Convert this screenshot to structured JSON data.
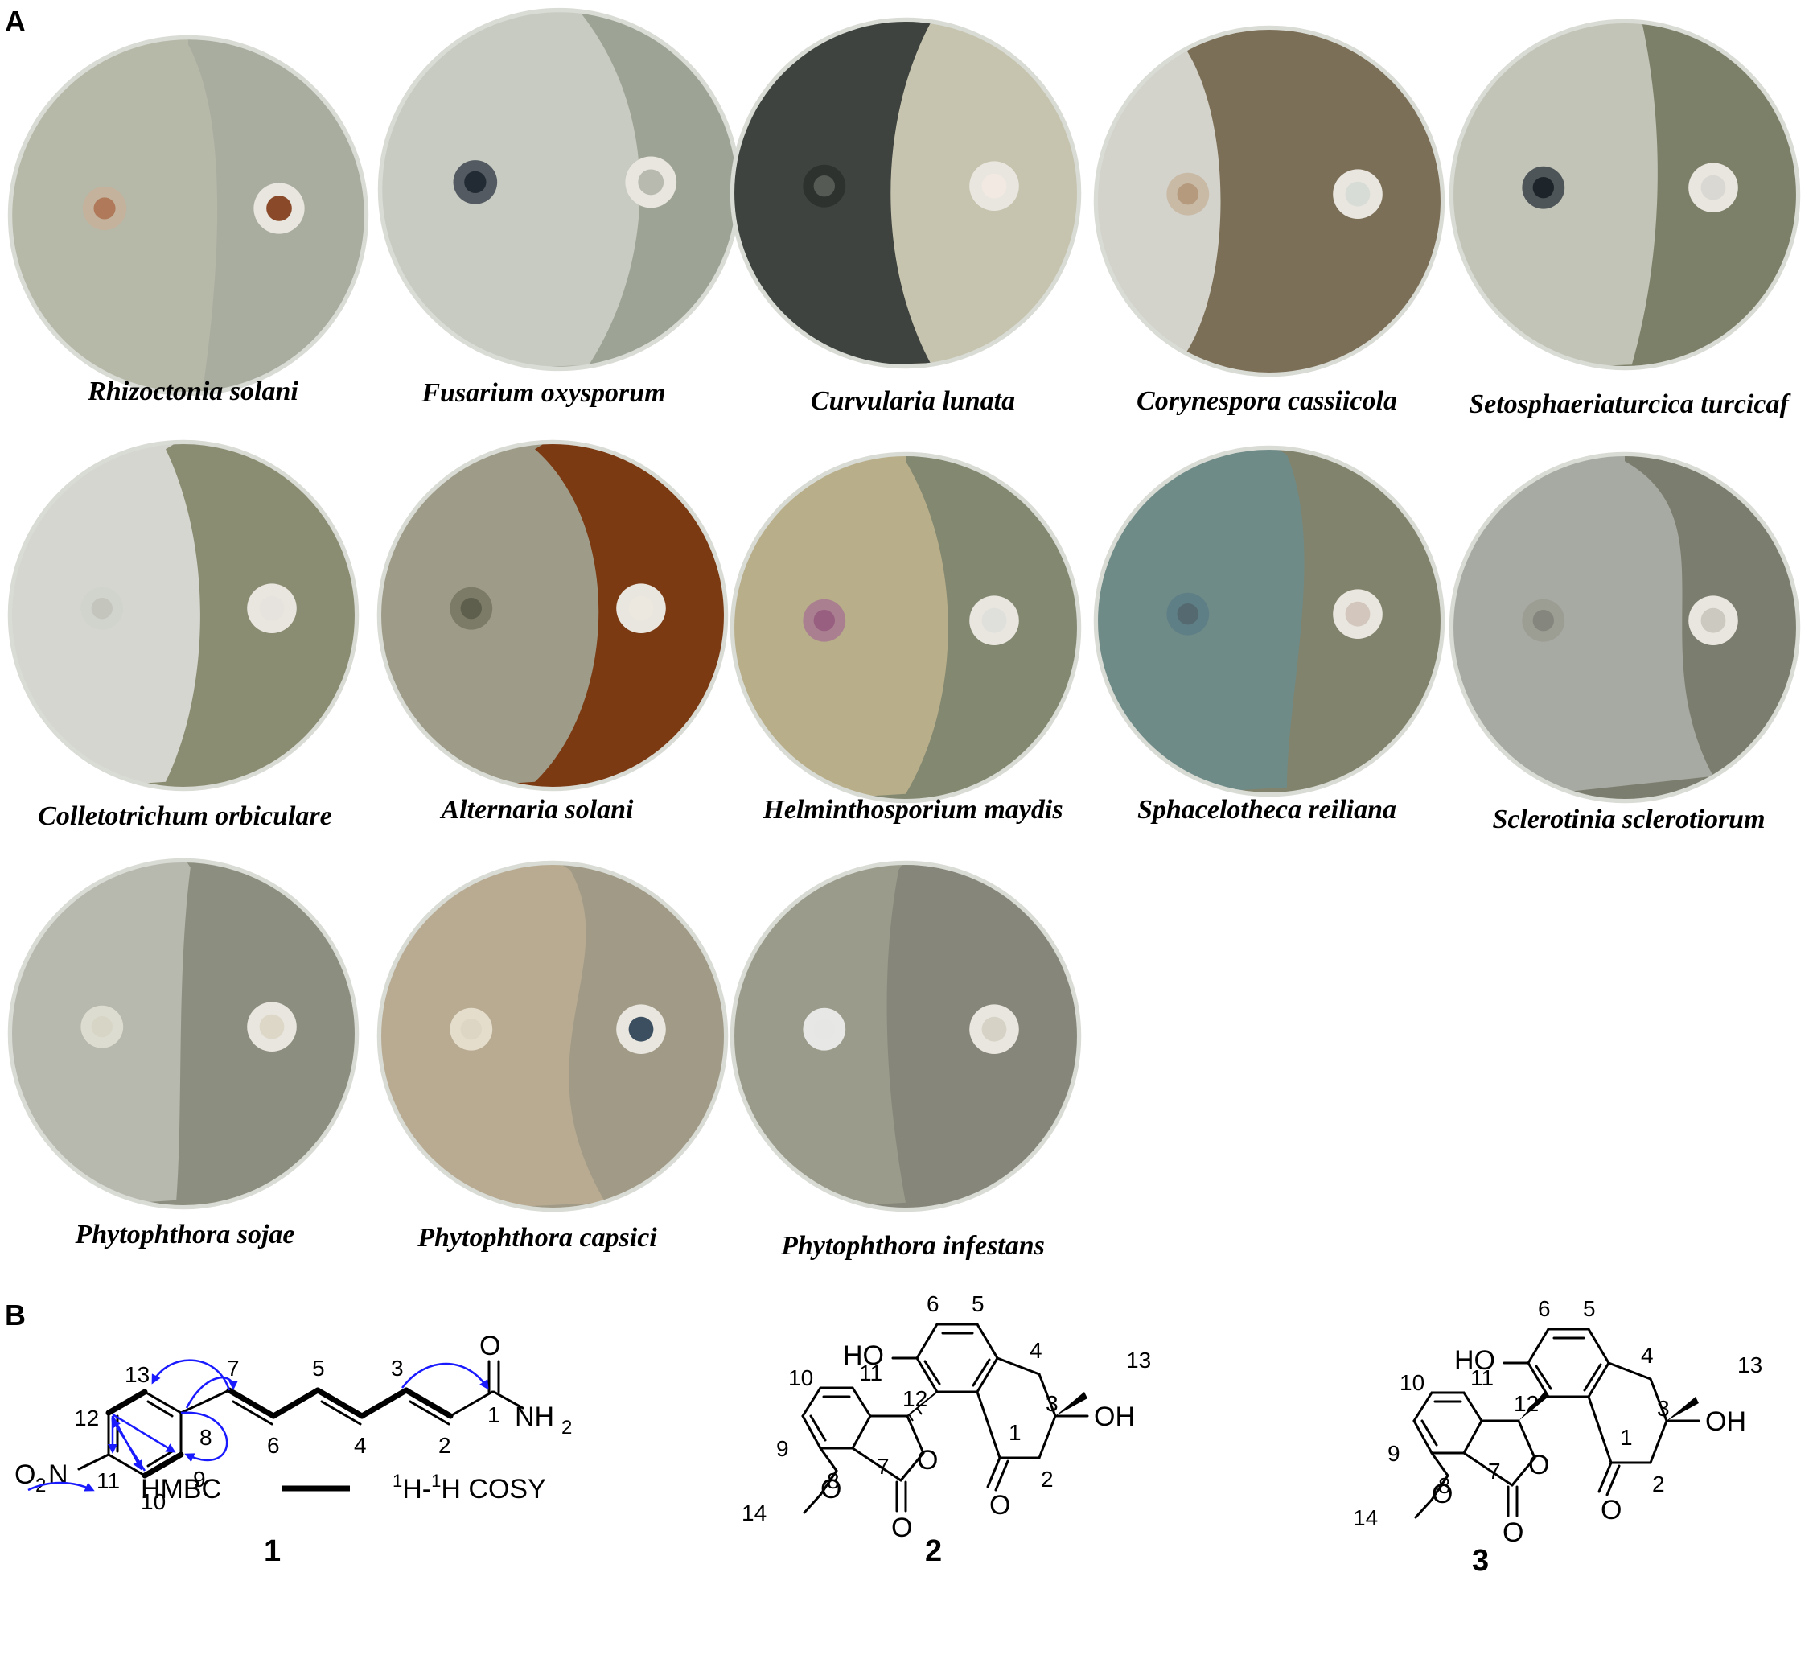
{
  "panel_a": {
    "label": "A"
  },
  "panel_b": {
    "label": "B"
  },
  "plates": [
    {
      "caption": "Rhizoctonia solani",
      "colors": {
        "pathogen": "#b6b8a8",
        "plate": "#a9ad9f",
        "halo": "#c8b09a",
        "halo_core": "#b07a5a",
        "iso_core": "#8a4a2a"
      }
    },
    {
      "caption": "Fusarium oxysporum",
      "colors": {
        "pathogen": "#c8cbc2",
        "plate": "#9ea495",
        "halo": "#3e4650",
        "halo_core": "#222a33",
        "iso_core": "#b8bab0"
      }
    },
    {
      "caption": "Curvularia lunata",
      "colors": {
        "pathogen": "#3e433f",
        "plate": "#c6c4ae",
        "halo": "#2a2f2c",
        "halo_core": "#555a55",
        "iso_core": "#f1e9e2"
      }
    },
    {
      "caption": "Corynespora cassiicola",
      "colors": {
        "pathogen": "#d3d2cb",
        "plate": "#7c6f57",
        "halo": "#c7b6a0",
        "halo_core": "#b59a7d",
        "iso_core": "#d8dcd6"
      }
    },
    {
      "caption": "Setosphaeriaturcica turcicaf",
      "colors": {
        "pathogen": "#c2c4b7",
        "plate": "#7d8069",
        "halo": "#394248",
        "halo_core": "#1e252a",
        "iso_core": "#d9d8d2"
      }
    },
    {
      "caption": "Colletotrichum orbiculare",
      "colors": {
        "pathogen": "#d5d6d0",
        "plate": "#8b8d73",
        "halo": "#d0d2cc",
        "halo_core": "#c4c6be",
        "iso_core": "#e6e3de"
      }
    },
    {
      "caption": "Alternaria solani",
      "colors": {
        "pathogen": "#9e9b88",
        "plate": "#7b3a12",
        "halo": "#747562",
        "halo_core": "#5f5f4e",
        "iso_core": "#ece8df"
      }
    },
    {
      "caption": "Helminthosporium maydis",
      "colors": {
        "pathogen": "#b8ae8a",
        "plate": "#838871",
        "halo": "#a77890",
        "halo_core": "#985f80",
        "iso_core": "#dfe0dc"
      }
    },
    {
      "caption": "Sphacelotheca reiliana",
      "colors": {
        "pathogen": "#6f8b88",
        "plate": "#81836c",
        "halo": "#5d7d86",
        "halo_core": "#546a70",
        "iso_core": "#d2c6bd"
      }
    },
    {
      "caption": "Sclerotinia sclerotiorum",
      "colors": {
        "pathogen": "#a7a9a3",
        "plate": "#7b7d6e",
        "halo": "#9a9c92",
        "halo_core": "#85877e",
        "iso_core": "#ccc9c0"
      }
    },
    {
      "caption": "Phytophthora sojae",
      "colors": {
        "pathogen": "#b7b8ae",
        "plate": "#8c8e7f",
        "halo": "#e4e2d6",
        "halo_core": "#d7d5c5",
        "iso_core": "#ddd7c8"
      }
    },
    {
      "caption": "Phytophthora capsici",
      "colors": {
        "pathogen": "#b8ab92",
        "plate": "#a09a86",
        "halo": "#ece5d5",
        "halo_core": "#ddd6c4",
        "iso_core": "#3b4f60"
      }
    },
    {
      "caption": "Phytophthora infestans",
      "colors": {
        "pathogen": "#9a9b8a",
        "plate": "#86877a",
        "halo": "#f4f5f4",
        "halo_core": "#e6e7e5",
        "iso_core": "#d6d2c6"
      }
    }
  ],
  "compound1": {
    "number": "1",
    "carbons": [
      "13",
      "12",
      "8",
      "11",
      "10",
      "9",
      "7",
      "6",
      "5",
      "4",
      "3",
      "2",
      "1"
    ],
    "substituents": {
      "nitro": "O",
      "nitro_sub": "2",
      "nitro_n": "N",
      "carbonyl_o": "O",
      "amide": "NH",
      "amide_sub": "2"
    },
    "legend": {
      "hmbc": "HMBC",
      "cosy_sup1": "1",
      "cosy_h1": "H-",
      "cosy_sup2": "1",
      "cosy_rest": "H COSY"
    },
    "colors": {
      "hmbc_arrow": "#1a1aff"
    }
  },
  "compound2": {
    "number": "2",
    "carbons": [
      "6",
      "5",
      "4",
      "13",
      "3",
      "11",
      "10",
      "12",
      "1",
      "9",
      "2",
      "7",
      "8",
      "14"
    ],
    "atoms": {
      "ho": "HO",
      "oh": "OH",
      "ring_o": "O",
      "ketone_o": "O",
      "lactone_o": "O",
      "methoxy_o": "O"
    }
  },
  "compound3": {
    "number": "3",
    "carbons": [
      "6",
      "5",
      "4",
      "13",
      "3",
      "11",
      "10",
      "12",
      "1",
      "9",
      "2",
      "7",
      "8",
      "14"
    ],
    "atoms": {
      "ho": "HO",
      "oh": "OH",
      "ring_o": "O",
      "ketone_o": "O",
      "lactone_o": "O",
      "methoxy_o": "O"
    }
  }
}
